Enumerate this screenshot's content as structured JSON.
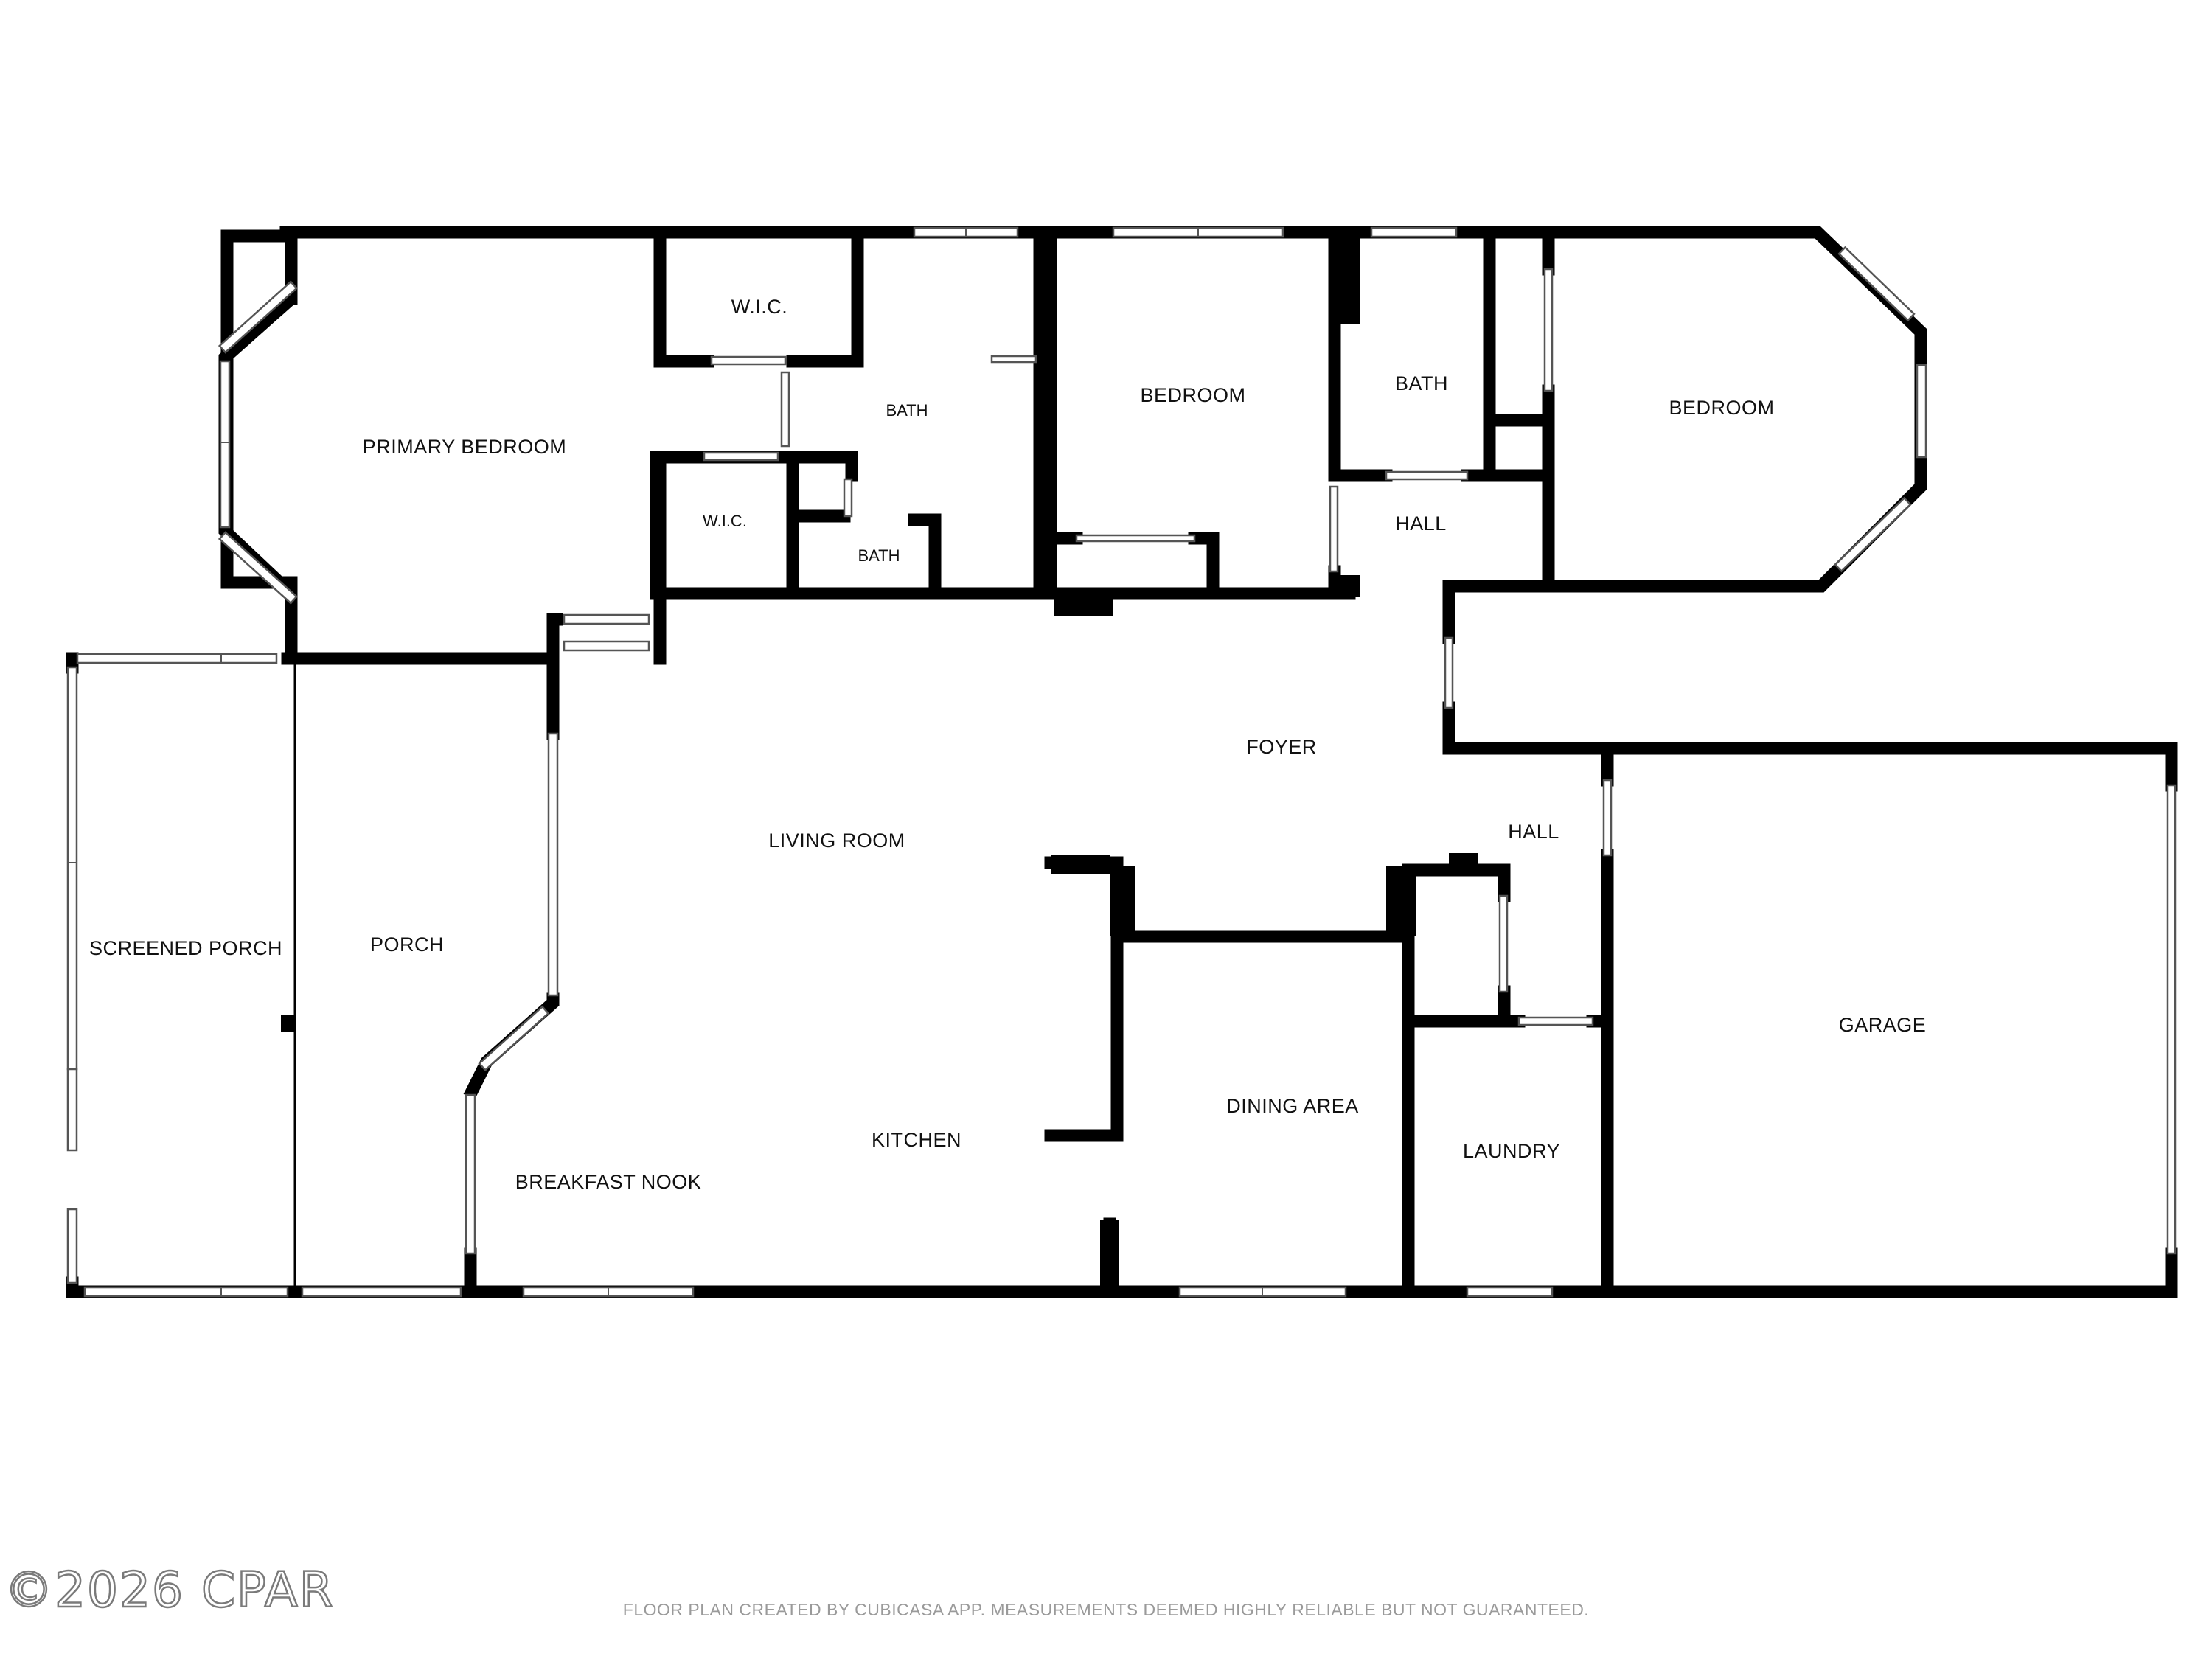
{
  "rooms": {
    "wic_top": "W.I.C.",
    "bath_primary": "BATH",
    "bedroom_mid": "BEDROOM",
    "bath_right": "BATH",
    "bedroom_right": "BEDROOM",
    "primary_bedroom": "PRIMARY BEDROOM",
    "wic_small": "W.I.C.",
    "bath_small": "BATH",
    "hall_upper": "HALL",
    "foyer": "FOYER",
    "living_room": "LIVING ROOM",
    "hall_lower": "HALL",
    "screened_porch": "SCREENED PORCH",
    "porch": "PORCH",
    "garage": "GARAGE",
    "dining_area": "DINING AREA",
    "kitchen": "KITCHEN",
    "laundry": "LAUNDRY",
    "breakfast_nook": "BREAKFAST NOOK"
  },
  "footer": {
    "note": "FLOOR PLAN CREATED BY CUBICASA APP. MEASUREMENTS DEEMED HIGHLY RELIABLE BUT NOT GUARANTEED.",
    "copyright": "©2026 CPAR"
  }
}
